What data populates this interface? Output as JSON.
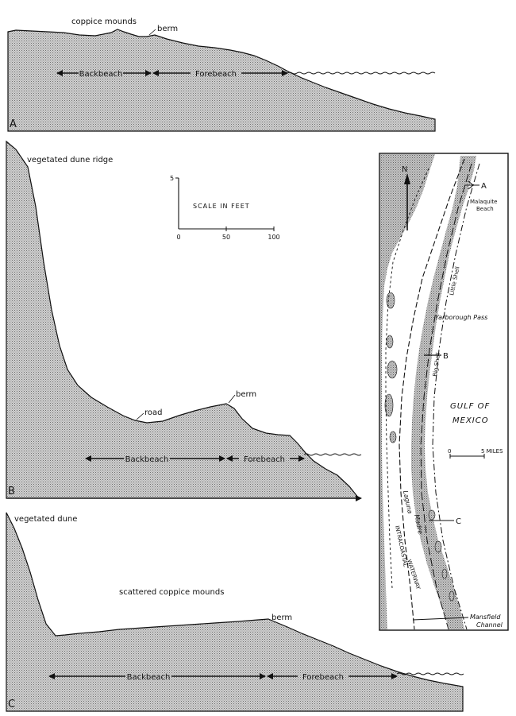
{
  "profiles": {
    "a": {
      "letter": "A",
      "coppice_label": "coppice mounds",
      "berm_label": "berm",
      "backbeach_label": "Backbeach",
      "forebeach_label": "Forebeach"
    },
    "b": {
      "letter": "B",
      "dune_label": "vegetated dune ridge",
      "road_label": "road",
      "berm_label": "berm",
      "backbeach_label": "Backbeach",
      "forebeach_label": "Forebeach"
    },
    "c": {
      "letter": "C",
      "dune_label": "vegetated dune",
      "coppice_label": "scattered coppice mounds",
      "berm_label": "berm",
      "backbeach_label": "Backbeach",
      "forebeach_label": "Forebeach"
    }
  },
  "scale": {
    "title": "SCALE IN FEET",
    "vertical_label": "5",
    "ticks": [
      "0",
      "50",
      "100"
    ]
  },
  "map": {
    "north": "N",
    "point_a": "A",
    "point_b": "B",
    "point_c": "C",
    "malaquite_1": "Malaquite",
    "malaquite_2": "Beach",
    "little_shell": "Little Shell",
    "yarborough": "Yarborough Pass",
    "big_shell": "Big Shell",
    "gulf_1": "GULF OF",
    "gulf_2": "MEXICO",
    "scale_0": "0",
    "scale_5": "5 MILES",
    "laguna": "Laguna",
    "madre": "Madre",
    "intracoastal": "INTRACOASTAL",
    "waterway": "WATERWAY",
    "mansfield_1": "Mansfield",
    "mansfield_2": "Channel"
  },
  "colors": {
    "ink": "#111111",
    "stipple": "#bdbdbd",
    "paper": "#ffffff"
  }
}
